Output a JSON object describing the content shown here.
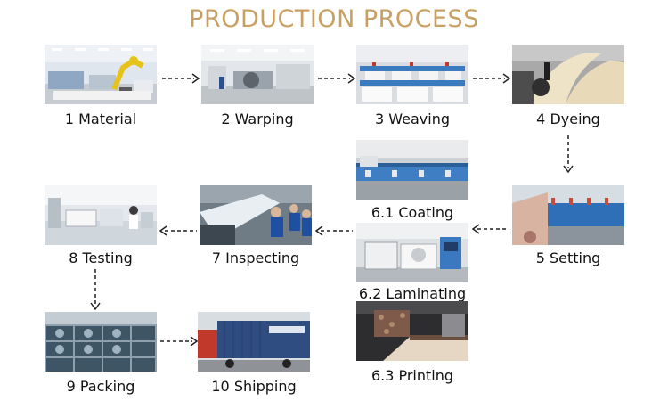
{
  "title": "PRODUCTION PROCESS",
  "colors": {
    "title": "#c9a063",
    "arrow": "#222222"
  },
  "steps": [
    {
      "id": "material",
      "label": "1 Material",
      "scene": "robotic-arm-factory"
    },
    {
      "id": "warping",
      "label": "2 Warping",
      "scene": "warping-machine-hall"
    },
    {
      "id": "weaving",
      "label": "3 Weaving",
      "scene": "looms-row"
    },
    {
      "id": "dyeing",
      "label": "4 Dyeing",
      "scene": "dyeing-rollers"
    },
    {
      "id": "setting",
      "label": "5 Setting",
      "scene": "stenter-frame"
    },
    {
      "id": "coating",
      "label": "6.1 Coating",
      "scene": "coating-line"
    },
    {
      "id": "laminating",
      "label": "6.2 Laminating",
      "scene": "laminating-machine"
    },
    {
      "id": "printing",
      "label": "6.3 Printing",
      "scene": "printing-rolls"
    },
    {
      "id": "inspecting",
      "label": "7 Inspecting",
      "scene": "workers-inspecting"
    },
    {
      "id": "testing",
      "label": "8 Testing",
      "scene": "lab-testing"
    },
    {
      "id": "packing",
      "label": "9 Packing",
      "scene": "packed-rolls"
    },
    {
      "id": "shipping",
      "label": "10 Shipping",
      "scene": "container-truck"
    }
  ]
}
